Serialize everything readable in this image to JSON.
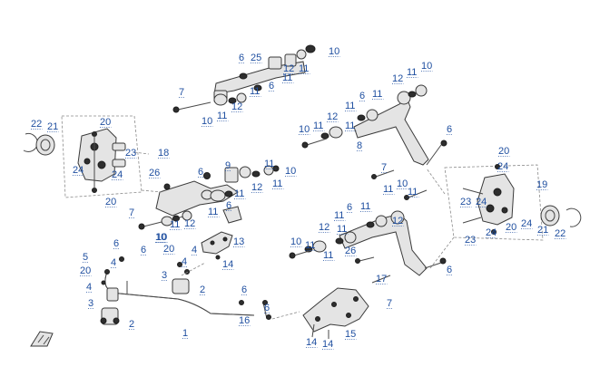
{
  "callouts": [
    {
      "id": "c6a",
      "text": "6"
    },
    {
      "id": "c25",
      "text": "25"
    },
    {
      "id": "c10a",
      "text": "10"
    },
    {
      "id": "c11a",
      "text": "11"
    },
    {
      "id": "c12a",
      "text": "12"
    },
    {
      "id": "c7a",
      "text": "7"
    },
    {
      "id": "c11b",
      "text": "11"
    },
    {
      "id": "c6b",
      "text": "6"
    },
    {
      "id": "c11c",
      "text": "11"
    },
    {
      "id": "c12b",
      "text": "12"
    },
    {
      "id": "c10b",
      "text": "10"
    },
    {
      "id": "c11d",
      "text": "11"
    },
    {
      "id": "c12c",
      "text": "12"
    },
    {
      "id": "c11e",
      "text": "11"
    },
    {
      "id": "c10c",
      "text": "10"
    },
    {
      "id": "c11f",
      "text": "11"
    },
    {
      "id": "c6c",
      "text": "6"
    },
    {
      "id": "c11g",
      "text": "11"
    },
    {
      "id": "c12d",
      "text": "12"
    },
    {
      "id": "c11h",
      "text": "11"
    },
    {
      "id": "c10d",
      "text": "10"
    },
    {
      "id": "c11i",
      "text": "11"
    },
    {
      "id": "c8",
      "text": "8"
    },
    {
      "id": "c6d",
      "text": "6"
    },
    {
      "id": "c22a",
      "text": "22"
    },
    {
      "id": "c21a",
      "text": "21"
    },
    {
      "id": "c20a",
      "text": "20"
    },
    {
      "id": "c24a",
      "text": "24"
    },
    {
      "id": "c24b",
      "text": "24"
    },
    {
      "id": "c23a",
      "text": "23"
    },
    {
      "id": "c18",
      "text": "18"
    },
    {
      "id": "c20b",
      "text": "20"
    },
    {
      "id": "c6e",
      "text": "6"
    },
    {
      "id": "c9",
      "text": "9"
    },
    {
      "id": "c11j",
      "text": "11"
    },
    {
      "id": "c10e",
      "text": "10"
    },
    {
      "id": "c26a",
      "text": "26"
    },
    {
      "id": "c11k",
      "text": "11"
    },
    {
      "id": "c12e",
      "text": "12"
    },
    {
      "id": "c11l",
      "text": "11"
    },
    {
      "id": "c7b",
      "text": "7"
    },
    {
      "id": "c10f",
      "text": "10"
    },
    {
      "id": "c11m",
      "text": "11"
    },
    {
      "id": "c12f",
      "text": "12"
    },
    {
      "id": "c11n",
      "text": "11"
    },
    {
      "id": "c6f",
      "text": "6"
    },
    {
      "id": "c7c",
      "text": "7"
    },
    {
      "id": "c11o",
      "text": "11"
    },
    {
      "id": "c10g",
      "text": "10"
    },
    {
      "id": "c11p",
      "text": "11"
    },
    {
      "id": "c6g",
      "text": "6"
    },
    {
      "id": "c11q",
      "text": "11"
    },
    {
      "id": "c11r",
      "text": "11"
    },
    {
      "id": "c12g",
      "text": "12"
    },
    {
      "id": "c11s",
      "text": "11"
    },
    {
      "id": "c12h",
      "text": "12"
    },
    {
      "id": "c10h",
      "text": "10"
    },
    {
      "id": "c11t",
      "text": "11"
    },
    {
      "id": "c11u",
      "text": "11"
    },
    {
      "id": "c26b",
      "text": "26"
    },
    {
      "id": "c20c",
      "text": "20"
    },
    {
      "id": "c24c",
      "text": "24"
    },
    {
      "id": "c19",
      "text": "19"
    },
    {
      "id": "c23b",
      "text": "23"
    },
    {
      "id": "c24d",
      "text": "24"
    },
    {
      "id": "c20d",
      "text": "20"
    },
    {
      "id": "c24e",
      "text": "24"
    },
    {
      "id": "c24f",
      "text": "24"
    },
    {
      "id": "c21b",
      "text": "21"
    },
    {
      "id": "c22b",
      "text": "22"
    },
    {
      "id": "c23c",
      "text": "23"
    },
    {
      "id": "c6h",
      "text": "6"
    },
    {
      "id": "c6i",
      "text": "6"
    },
    {
      "id": "c20e",
      "text": "20"
    },
    {
      "id": "c4a",
      "text": "4"
    },
    {
      "id": "c10i",
      "text": "10"
    },
    {
      "id": "c13",
      "text": "13"
    },
    {
      "id": "c5",
      "text": "5"
    },
    {
      "id": "c4b",
      "text": "4"
    },
    {
      "id": "c20f",
      "text": "20"
    },
    {
      "id": "c3a",
      "text": "3"
    },
    {
      "id": "c4c",
      "text": "4"
    },
    {
      "id": "c14a",
      "text": "14"
    },
    {
      "id": "c2a",
      "text": "2"
    },
    {
      "id": "c4d",
      "text": "4"
    },
    {
      "id": "c3b",
      "text": "3"
    },
    {
      "id": "c2b",
      "text": "2"
    },
    {
      "id": "c1",
      "text": "1"
    },
    {
      "id": "c6j",
      "text": "6"
    },
    {
      "id": "c6k",
      "text": "6"
    },
    {
      "id": "c16",
      "text": "16"
    },
    {
      "id": "c17",
      "text": "17"
    },
    {
      "id": "c7d",
      "text": "7"
    },
    {
      "id": "c6l",
      "text": "6"
    },
    {
      "id": "c14b",
      "text": "14"
    },
    {
      "id": "c14c",
      "text": "14"
    },
    {
      "id": "c15",
      "text": "15"
    }
  ]
}
